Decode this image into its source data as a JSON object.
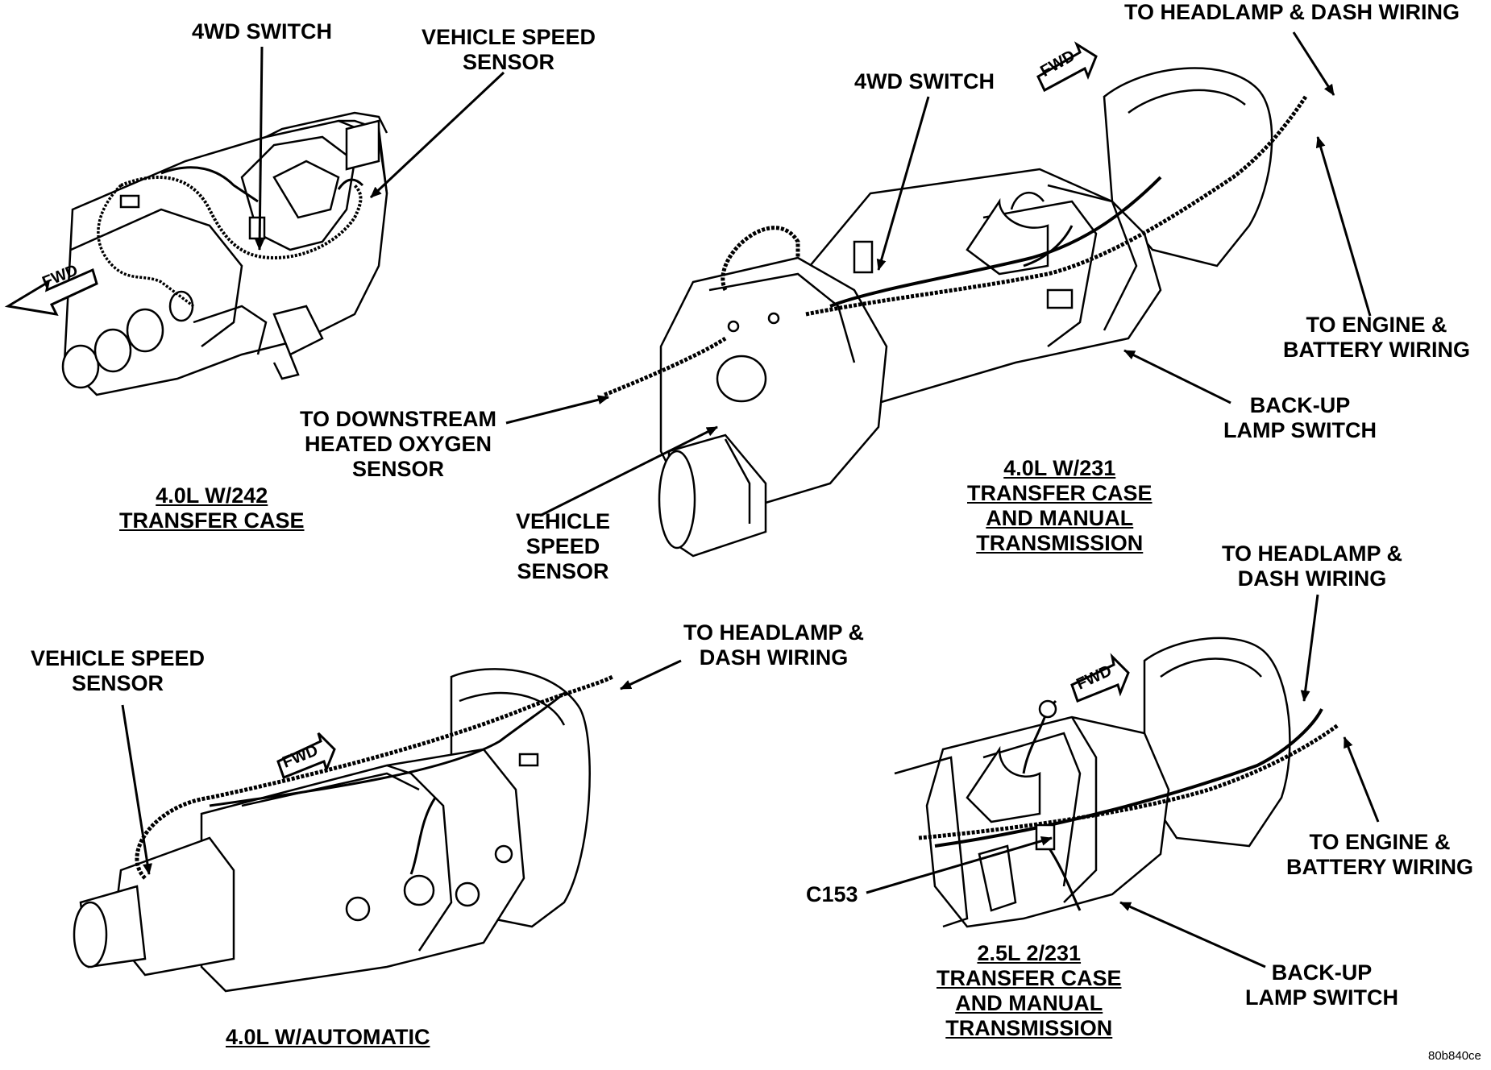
{
  "panels": {
    "top_left": {
      "caption": [
        "4.0L W/242",
        "TRANSFER CASE"
      ],
      "labels": {
        "switch_4wd": [
          "4WD SWITCH"
        ],
        "vss": [
          "VEHICLE SPEED",
          "SENSOR"
        ]
      },
      "fwd": "FWD"
    },
    "top_right": {
      "caption": [
        "4.0L W/231",
        "TRANSFER CASE",
        "AND MANUAL",
        "TRANSMISSION"
      ],
      "labels": {
        "headlamp": [
          "TO HEADLAMP & DASH WIRING"
        ],
        "switch_4wd": [
          "4WD SWITCH"
        ],
        "engine": [
          "TO ENGINE &",
          "BATTERY WIRING"
        ],
        "backup": [
          "BACK-UP",
          "LAMP SWITCH"
        ],
        "oxygen": [
          "TO DOWNSTREAM",
          "HEATED OXYGEN",
          "SENSOR"
        ],
        "vss": [
          "VEHICLE",
          "SPEED",
          "SENSOR"
        ]
      },
      "fwd": "FWD"
    },
    "bottom_left": {
      "caption": [
        "4.0L W/AUTOMATIC"
      ],
      "labels": {
        "vss": [
          "VEHICLE SPEED",
          "SENSOR"
        ],
        "headlamp": [
          "TO HEADLAMP &",
          "DASH WIRING"
        ]
      },
      "fwd": "FWD"
    },
    "bottom_right": {
      "caption": [
        "2.5L 2/231",
        "TRANSFER CASE",
        "AND MANUAL",
        "TRANSMISSION"
      ],
      "labels": {
        "headlamp": [
          "TO HEADLAMP &",
          "DASH WIRING"
        ],
        "engine": [
          "TO ENGINE &",
          "BATTERY WIRING"
        ],
        "c153": [
          "C153"
        ],
        "backup": [
          "BACK-UP",
          "LAMP SWITCH"
        ]
      },
      "fwd": "FWD"
    }
  },
  "figure_code": "80b840ce"
}
